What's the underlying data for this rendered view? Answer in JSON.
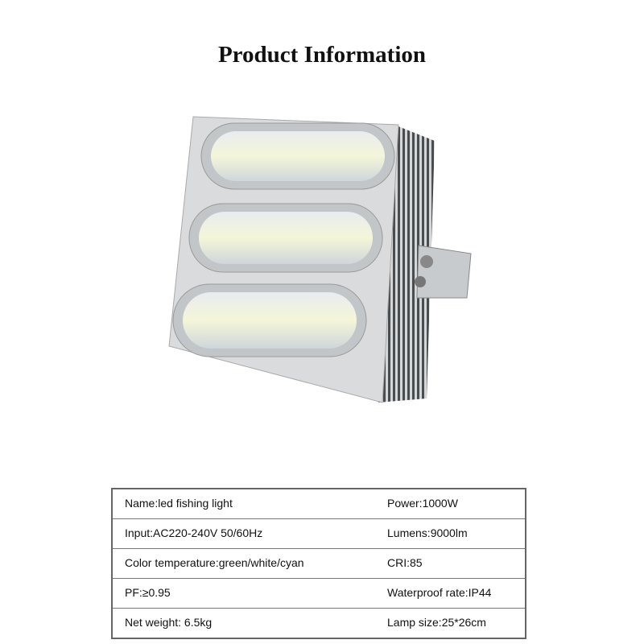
{
  "title": "Product Information",
  "specs": [
    {
      "left": "Name:led fishing light",
      "right": "Power:1000W"
    },
    {
      "left": "Input:AC220-240V 50/60Hz",
      "right": "Lumens:9000lm"
    },
    {
      "left": "Color temperature:green/white/cyan",
      "right": "CRI:85"
    },
    {
      "left": "PF:≥0.95",
      "right": "Waterproof rate:IP44"
    },
    {
      "left": "Net weight: 6.5kg",
      "right": "Lamp size:25*26cm"
    }
  ]
}
